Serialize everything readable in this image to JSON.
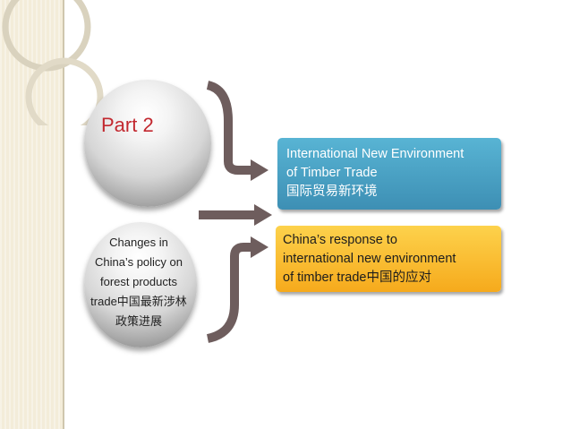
{
  "slide": {
    "part_label": "Part 2",
    "policy_lines": [
      "Changes in",
      "China’s policy on",
      "forest products",
      "trade中国最新涉林",
      "政策进展"
    ],
    "box_blue": {
      "lines": [
        "International New Environment",
        "of Timber Trade",
        "国际贸易新环境"
      ],
      "color": "#3d8fb4"
    },
    "box_orange": {
      "lines": [
        "China’s response to",
        "international new environment",
        "of timber trade中国的应对"
      ],
      "color": "#f6aa1c"
    },
    "colors": {
      "part_label": "#c2282f",
      "arrow": "#6e5d5d",
      "strip": "#f3ecd9"
    }
  }
}
